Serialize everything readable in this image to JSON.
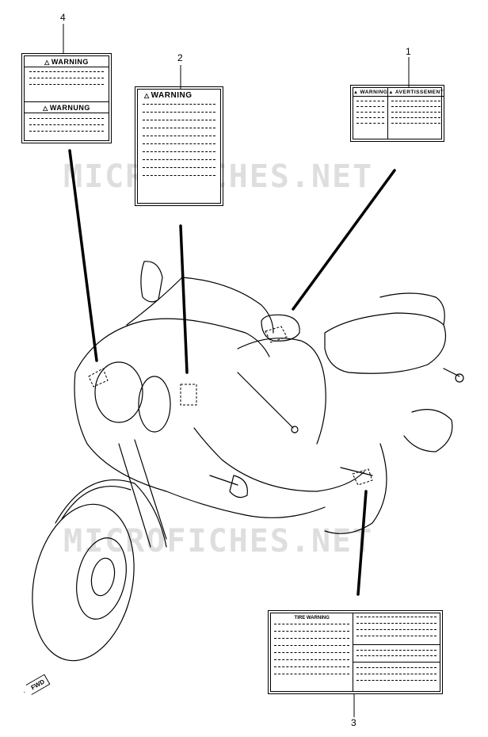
{
  "callouts": {
    "c1": "1",
    "c2": "2",
    "c3": "3",
    "c4": "4"
  },
  "labels": {
    "label4": {
      "top": "WARNING",
      "bottom": "WARNUNG"
    },
    "label2": {
      "title": "WARNING"
    },
    "label1": {
      "left": "WARNING",
      "right": "AVERTISSEMENT"
    },
    "label3": {
      "title": "TIRE WARNING"
    }
  },
  "watermark": "MICROFICHES.NET",
  "fwd": "FWD"
}
